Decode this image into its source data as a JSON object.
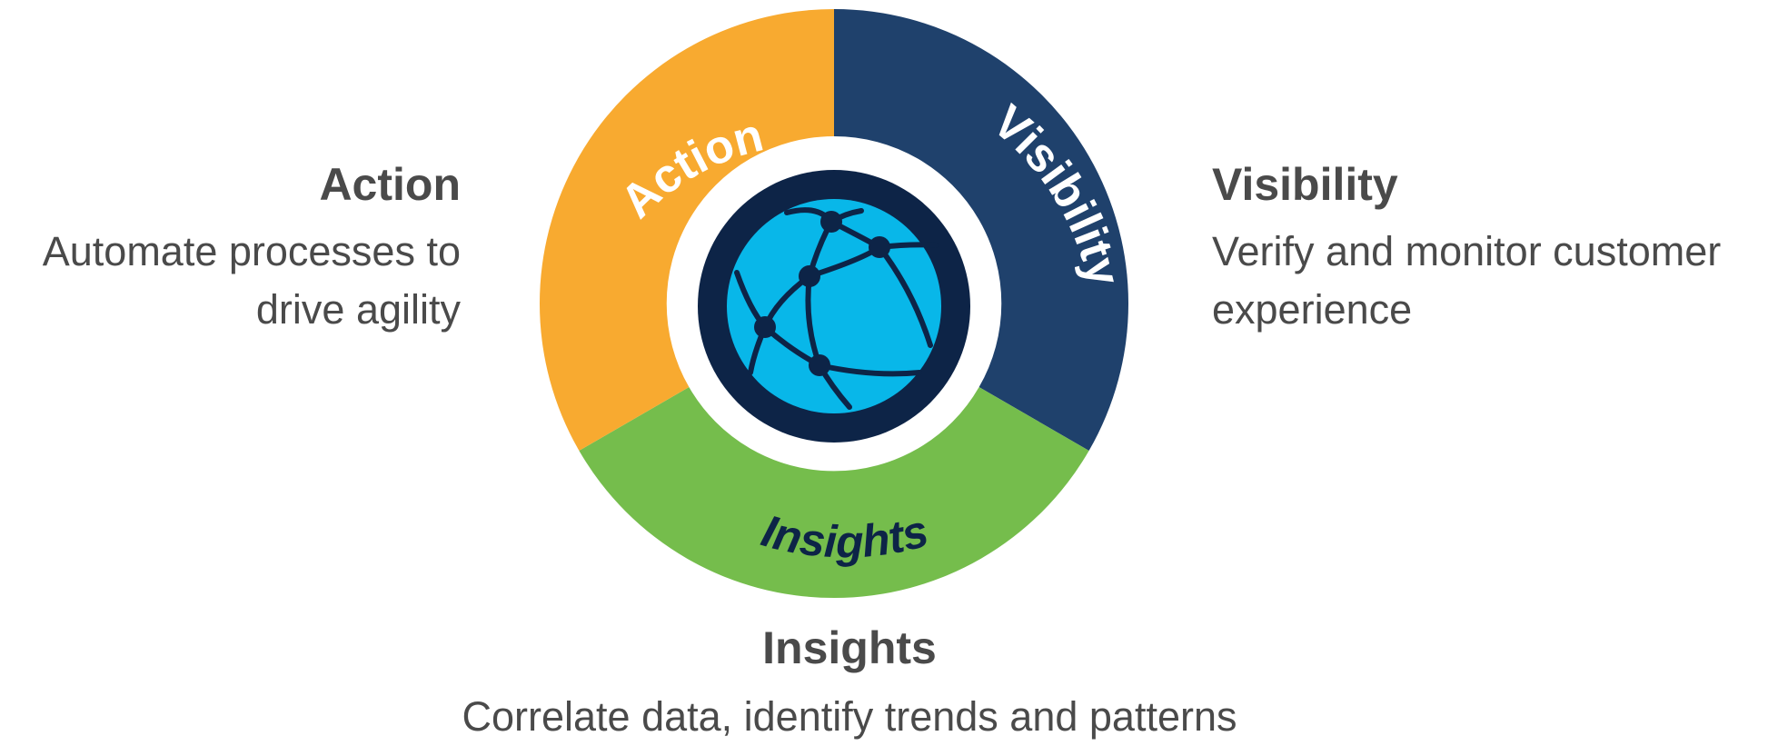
{
  "colors": {
    "action": "#f8aa30",
    "visibility": "#1f416c",
    "insights": "#75bd4c",
    "globe_outer": "#0d2447",
    "globe_inner": "#08b7e9",
    "text": "#4a4a4a",
    "ring_text_light": "#ffffff",
    "ring_text_dark": "#0d2447"
  },
  "ring": {
    "action_label": "Action",
    "visibility_label": "Visibility",
    "insights_label": "Insights",
    "center_icon": "globe-network-icon"
  },
  "action": {
    "heading": "Action",
    "description": "Automate processes to drive agility"
  },
  "visibility": {
    "heading": "Visibility",
    "description": "Verify and monitor customer experience"
  },
  "insights": {
    "heading": "Insights",
    "description": "Correlate data, identify trends and patterns"
  }
}
